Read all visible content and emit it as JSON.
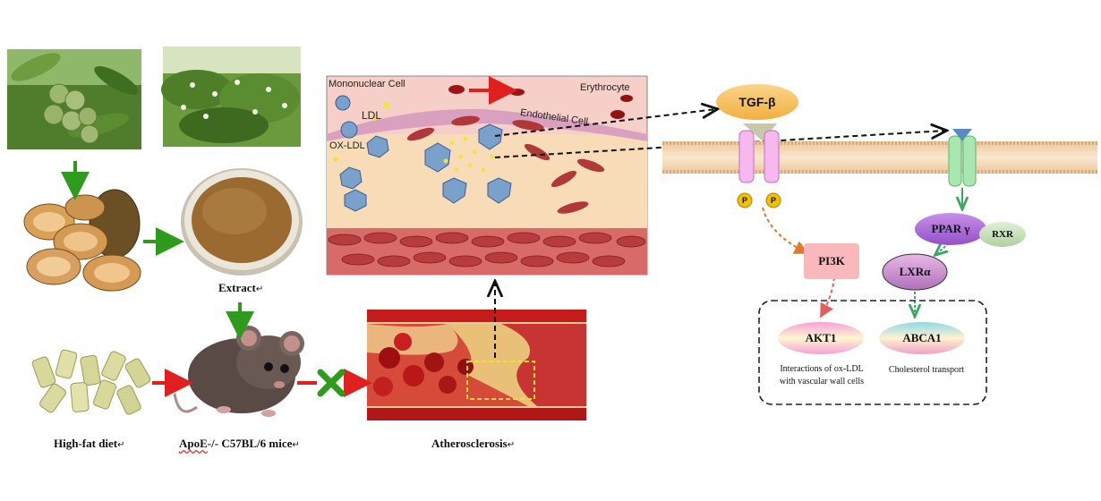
{
  "labels": {
    "extract": "Extract",
    "high_fat_diet": "High-fat diet",
    "mice_prefix": "ApoE",
    "mice_rest": "-/- C57BL/6 mice",
    "atherosclerosis": "Atherosclerosis",
    "paragraph_mark": "↵"
  },
  "cell_panel": {
    "mononuclear_cell": "Mononuclear Cell",
    "ldl": "LDL",
    "ox_ldl": "OX-LDL",
    "erythrocyte": "Erythrocyte",
    "endothelial_cell": "Endothelial Cell"
  },
  "pathway": {
    "tgf_beta": "TGF-β",
    "p": "P",
    "pi3k": "PI3K",
    "akt1": "AKT1",
    "ppar_gamma": "PPAR γ",
    "rxr": "RXR",
    "lxr_alpha": "LXRα",
    "abca1": "ABCA1",
    "akt1_caption_line1": "Interactions of ox-LDL",
    "akt1_caption_line2": "with vascular wall cells",
    "abca1_caption": "Cholesterol transport"
  },
  "colors": {
    "green_arrow": "#2e9a1e",
    "red_arrow": "#e02020",
    "orange_dash": "#e07a30",
    "pink_dash": "#e06060",
    "green_dash": "#3aa860",
    "membrane": "#f3d2a8",
    "tgf_oval": "#f5c060",
    "pi3k_box": "#f8b8bc",
    "lxr_oval": "#cc90cc",
    "ppar_oval": "#b070d8",
    "rxr_oval": "#c8e0b8",
    "receptor_pink": "#f7b8f0",
    "receptor_green": "#a8e8b0"
  }
}
